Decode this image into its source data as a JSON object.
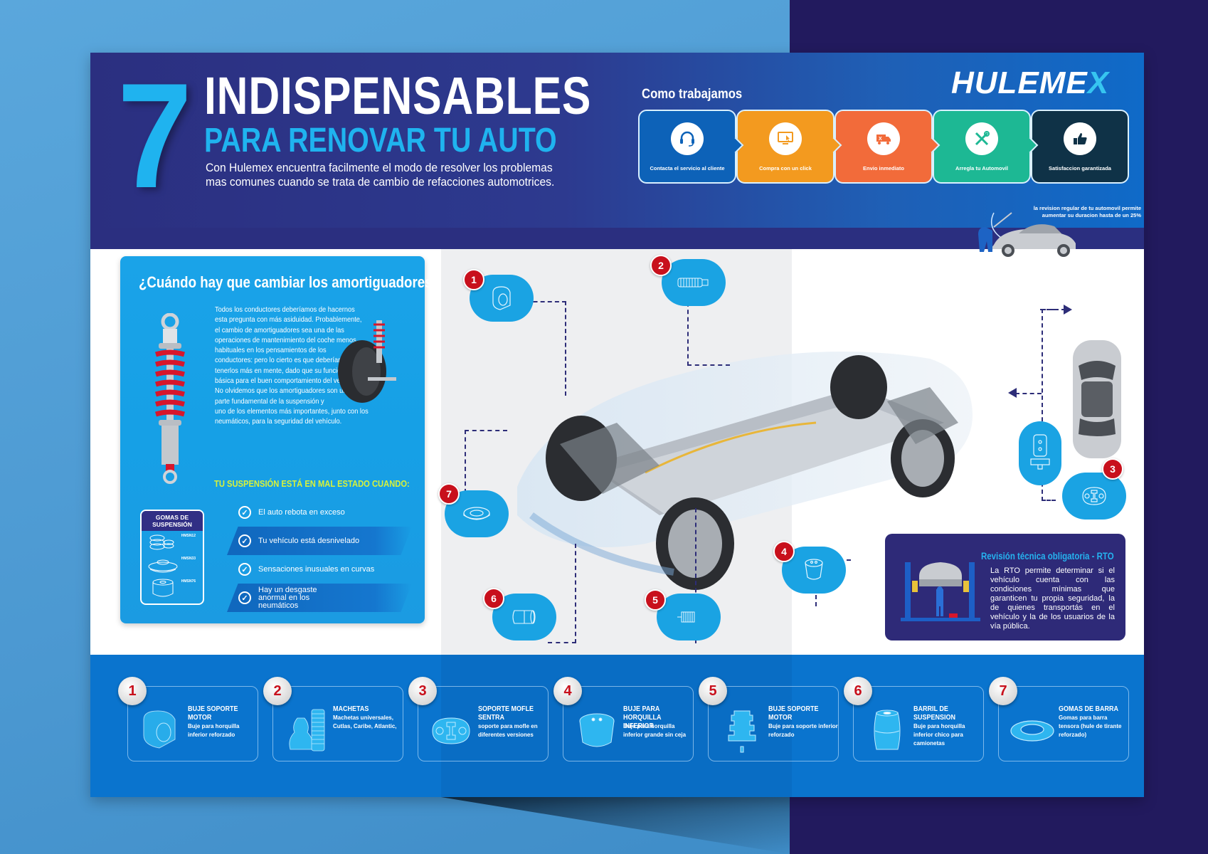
{
  "header": {
    "big_number": "7",
    "title": "INDISPENSABLES",
    "subtitle": "PARA RENOVAR TU AUTO",
    "intro": "Con Hulemex encuentra facilmente el modo de resolver los problemas mas comunes cuando se trata de cambio de refacciones automotrices.",
    "logo": "HULEME",
    "logo_x": "X"
  },
  "how_we_work": {
    "title": "Como trabajamos",
    "steps": [
      {
        "label": "Contacta  el servicio al cliente",
        "icon": "headset-icon",
        "color": "#0d62b8"
      },
      {
        "label": "Compra con un click",
        "icon": "computer-click-icon",
        "color": "#f39a1f"
      },
      {
        "label": "Envio inmediato",
        "icon": "delivery-truck-icon",
        "color": "#f26b3a"
      },
      {
        "label": "Arregla tu Automovil",
        "icon": "tools-icon",
        "color": "#1db894"
      },
      {
        "label": "Satisfaccion garantizada",
        "icon": "thumbs-up-icon",
        "color": "#0f3247"
      }
    ]
  },
  "tip": {
    "line1": "la revision regular de tu automovil permite",
    "line2": "aumentar su duracion hasta de un 25%"
  },
  "shock_panel": {
    "title": "¿Cuándo hay que cambiar los amortiguadores?",
    "body": "Todos los conductores deberíamos de hacernos esta pregunta con más asiduidad. Probablemente, el cambio de amortiguadores sea una de las operaciones de mantenimiento del coche menos habituales en los pensamientos de los conductores: pero lo cierto es que deberíamos tenerlos más en mente, dado que su función es básica para el buen comportamiento del vehículo. No olvidemos que los amortiguadores son una parte fundamental de la suspensión y",
    "body_wide": "uno de los elementos más importantes, junto con los neumáticos, para la seguridad del vehículo.",
    "warning_title": "TU SUSPENSIÓN ESTÁ EN MAL ESTADO CUANDO:",
    "checks": [
      "El auto rebota en exceso",
      "Tu vehículo está desnivelado",
      "Sensaciones inusuales en curvas",
      "Hay un desgaste anormal en los neumáticos"
    ],
    "gomas": {
      "title": "GOMAS DE SUSPENSIÓN",
      "codes": [
        "HMSN12",
        "HMSN33",
        "HMSN76"
      ]
    }
  },
  "diagram": {
    "markers": [
      "1",
      "2",
      "3",
      "4",
      "5",
      "6",
      "7"
    ]
  },
  "rto": {
    "title": "Revisión técnica obligatoria - RTO",
    "body": "La RTO permite determinar si el vehículo cuenta con las condiciones mínimas que garanticen tu propia seguridad, la de quienes transportás en el vehículo y la de los usuarios de la vía pública."
  },
  "products": [
    {
      "num": "1",
      "name": "BUJE SOPORTE MOTOR",
      "desc": "Buje para horquilla inferior reforzado"
    },
    {
      "num": "2",
      "name": "MACHETAS",
      "desc": "Machetas universales, Cutlas, Caribe, Atlantic,"
    },
    {
      "num": "3",
      "name": "SOPORTE MOFLE SENTRA",
      "desc": "soporte para mofle en diferentes versiones"
    },
    {
      "num": "4",
      "name": "BUJE PARA HORQUILLA INFERIOR",
      "desc": "Buje para horquilla inferior grande sin ceja"
    },
    {
      "num": "5",
      "name": "BUJE SOPORTE MOTOR",
      "desc": "Buje para soporte inferior reforzado"
    },
    {
      "num": "6",
      "name": "BARRIL DE SUSPENSION",
      "desc": "Buje para horquilla inferior chico para camionetas"
    },
    {
      "num": "7",
      "name": "GOMAS DE BARRA",
      "desc": "Gomas para barra tensora (hule de tirante reforzado)"
    }
  ],
  "colors": {
    "navy": "#2b2f80",
    "cyan": "#1fb3ef",
    "bubble_blue": "#1aa3e3",
    "marker_red": "#c8101c",
    "bottom_blue": "#0a74ce",
    "warning_yellow": "#d8f23a"
  }
}
